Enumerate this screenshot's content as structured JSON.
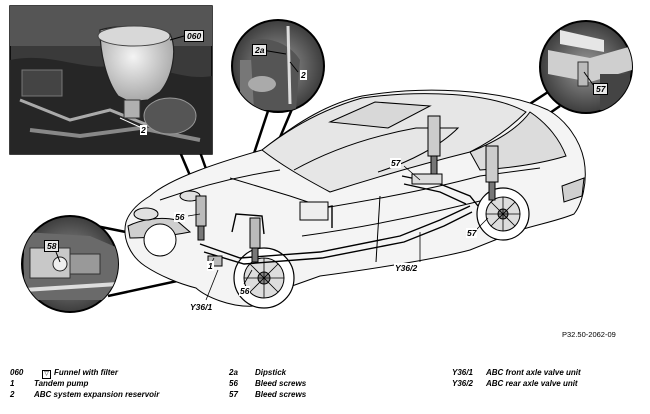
{
  "figure": {
    "callouts": {
      "c060": "060",
      "c2_inset": "2",
      "c2a": "2a",
      "c2_top": "2",
      "c57_rear": "57",
      "c57_body": "57",
      "c56_mid": "56",
      "c58": "58",
      "c57_right": "57",
      "cY362": "Y36/2",
      "cY361": "Y36/1",
      "c56_bottom": "56",
      "c1": "1"
    },
    "reference": "P32.50-2062-09"
  },
  "legend": {
    "col1": [
      {
        "key": "060",
        "desc": "Funnel with filter",
        "icon": "funnel-filter-icon"
      },
      {
        "key": "1",
        "desc": "Tandem pump"
      },
      {
        "key": "2",
        "desc": "ABC system expansion reservoir"
      }
    ],
    "col2": [
      {
        "key": "2a",
        "desc": "Dipstick"
      },
      {
        "key": "56",
        "desc": "Bleed screws"
      },
      {
        "key": "57",
        "desc": "Bleed screws"
      }
    ],
    "col3": [
      {
        "key": "Y36/1",
        "desc": "ABC front axle valve unit"
      },
      {
        "key": "Y36/2",
        "desc": "ABC rear axle valve unit"
      }
    ]
  }
}
